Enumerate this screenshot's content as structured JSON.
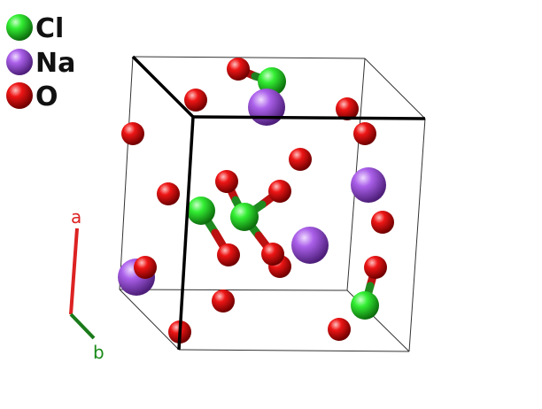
{
  "legend": [
    {
      "element": "Cl",
      "color": "#22dd22"
    },
    {
      "element": "Na",
      "color": "#a355e0"
    },
    {
      "element": "O",
      "color": "#ee1111"
    }
  ],
  "axes": {
    "a": {
      "label": "a",
      "color": "#dd2222"
    },
    "b": {
      "label": "b",
      "color": "#1a8a1a"
    }
  },
  "colors": {
    "cell_edge": "#000000",
    "bond_cl": "#22cc22",
    "bond_o": "#cc1111"
  }
}
